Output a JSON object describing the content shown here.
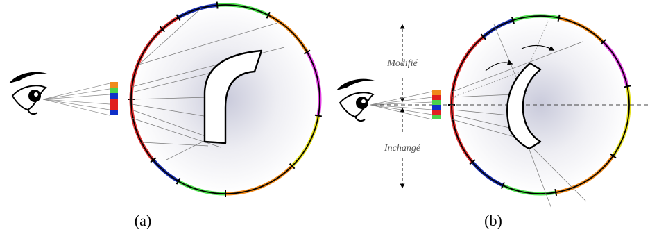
{
  "panels": [
    {
      "id": "a",
      "caption": "(a)",
      "strip_colors": [
        "#f08a1c",
        "#4bd14b",
        "#1030c8",
        "#e02020",
        "#e02020",
        "#1030c8"
      ]
    },
    {
      "id": "b",
      "caption": "(b)",
      "strip_colors": [
        "#f08a1c",
        "#e02020",
        "#4bd14b",
        "#1030c8",
        "#e02020",
        "#4bd14b"
      ],
      "labels": {
        "upper": "Modifié",
        "lower": "Inchangé"
      }
    }
  ],
  "ring_colors": {
    "red": "#e03030",
    "blue": "#1a2fb0",
    "green": "#4fe04f",
    "orange": "#f08a1c",
    "magenta": "#e040e0",
    "yellow": "#e6e020"
  },
  "icons": [
    "eye-icon"
  ]
}
